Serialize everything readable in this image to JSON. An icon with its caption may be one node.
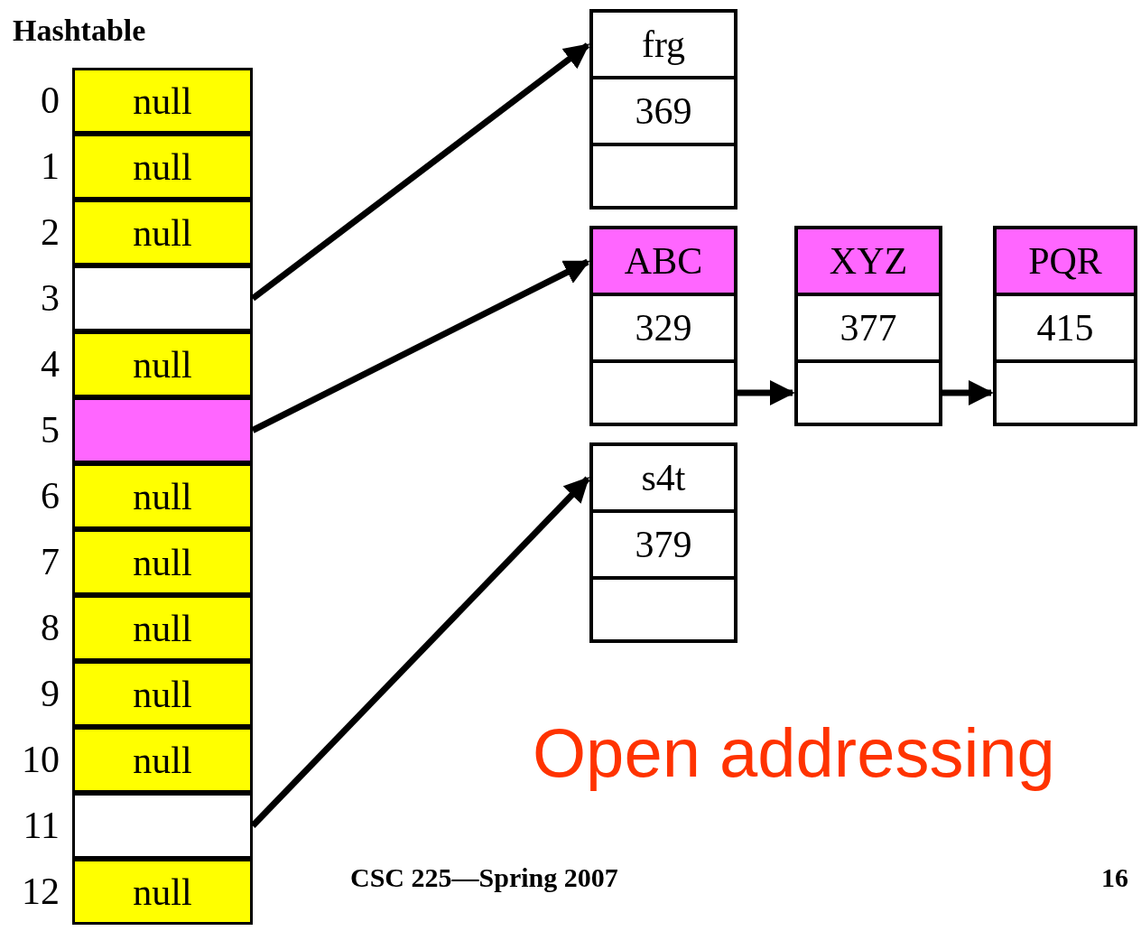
{
  "diagram": {
    "nodes": [
      {
        "text": [
          "Hashtable"
        ]
      },
      {
        "text": [
          "null"
        ],
        "in": 0,
        "beside": [
          "0"
        ]
      },
      {
        "text": [
          "null"
        ],
        "in": 0,
        "beside": [
          "1"
        ]
      },
      {
        "text": [
          "null"
        ],
        "in": 0,
        "beside": [
          "2"
        ]
      },
      {
        "text": [],
        "shape": "box",
        "in": 0,
        "beside": [
          "3"
        ]
      },
      {
        "text": [
          "null"
        ],
        "in": 0,
        "beside": [
          "4"
        ]
      },
      {
        "text": [],
        "shape": "box",
        "in": 0,
        "beside": [
          "5"
        ]
      },
      {
        "text": [
          "null"
        ],
        "in": 0,
        "beside": [
          "6"
        ]
      },
      {
        "text": [
          "null"
        ],
        "in": 0,
        "beside": [
          "7"
        ]
      },
      {
        "text": [
          "null"
        ],
        "in": 0,
        "beside": [
          "8"
        ]
      },
      {
        "text": [
          "null"
        ],
        "in": 0,
        "beside": [
          "9"
        ]
      },
      {
        "text": [
          "null"
        ],
        "in": 0,
        "beside": [
          "10"
        ]
      },
      {
        "text": [],
        "shape": "box",
        "in": 0,
        "beside": [
          "11"
        ]
      },
      {
        "text": [
          "null"
        ],
        "in": 0,
        "beside": [
          "12"
        ]
      },
      {
        "text": [],
        "shape": "box"
      },
      {
        "text": [
          "frg"
        ],
        "in": 14
      },
      {
        "text": [
          "369"
        ],
        "in": 14
      },
      {
        "text": [],
        "shape": "box",
        "in": 14
      },
      {
        "text": [],
        "shape": "box"
      },
      {
        "text": [
          "ABC"
        ],
        "in": 18
      },
      {
        "text": [
          "329"
        ],
        "in": 18
      },
      {
        "text": [],
        "shape": "box",
        "in": 18
      },
      {
        "text": [],
        "shape": "box"
      },
      {
        "text": [
          "XYZ"
        ],
        "in": 22
      },
      {
        "text": [
          "377"
        ],
        "in": 22
      },
      {
        "text": [],
        "shape": "box",
        "in": 22
      },
      {
        "text": [],
        "shape": "box"
      },
      {
        "text": [
          "PQR"
        ],
        "in": 26
      },
      {
        "text": [
          "415"
        ],
        "in": 26
      },
      {
        "text": [],
        "shape": "box",
        "in": 26
      },
      {
        "text": [],
        "shape": "box"
      },
      {
        "text": [
          "s4t"
        ],
        "in": 30
      },
      {
        "text": [
          "379"
        ],
        "in": 30
      },
      {
        "text": [],
        "shape": "box",
        "in": 30
      }
    ],
    "edges": [
      {
        "from": 4,
        "to": 14,
        "arrow": "to"
      },
      {
        "from": 6,
        "to": 18,
        "arrow": "to"
      },
      {
        "from": 12,
        "to": 30,
        "arrow": "to"
      },
      {
        "from": 21,
        "to": 22,
        "arrow": "to"
      },
      {
        "from": 25,
        "to": 26,
        "arrow": "to"
      }
    ],
    "labels": [
      "Open addressing",
      "CSC 225—Spring 2007",
      "16"
    ]
  }
}
